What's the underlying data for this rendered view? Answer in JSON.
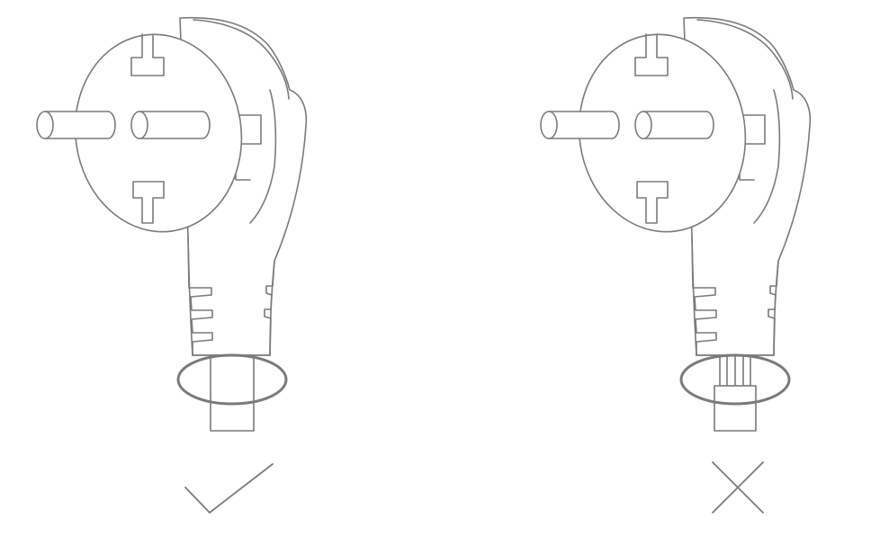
{
  "diagram": {
    "panels": [
      {
        "id": "correct",
        "verdict_icon": "check-icon",
        "connection": "cable-fully-inserted"
      },
      {
        "id": "incorrect",
        "verdict_icon": "cross-icon",
        "connection": "cable-exposed-wires"
      }
    ],
    "colors": {
      "line": "#7a7a7a",
      "background": "#ffffff"
    }
  }
}
